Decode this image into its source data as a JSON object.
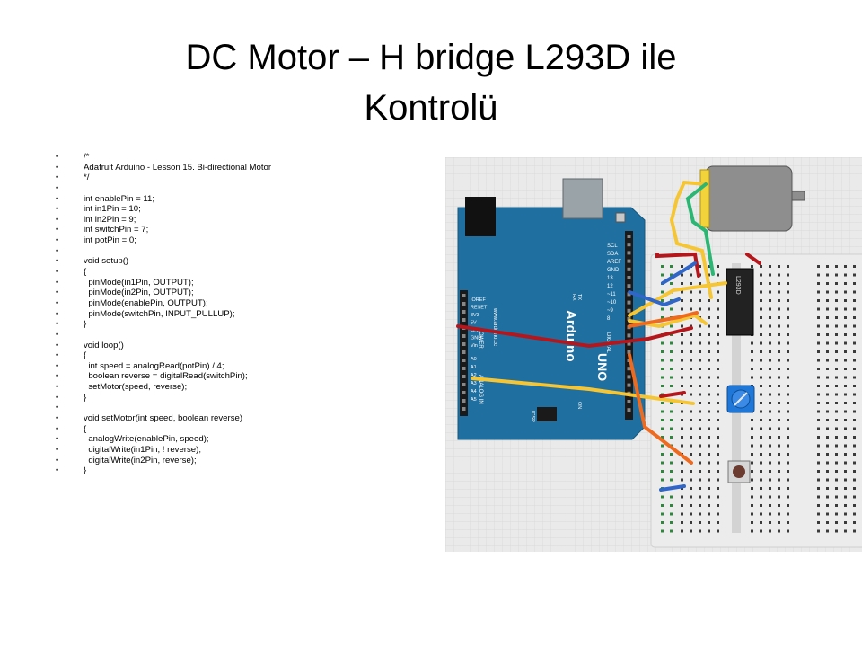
{
  "slide": {
    "title_line1": "DC Motor – H bridge L293D ile",
    "title_line2": "Kontrolü"
  },
  "code_lines": [
    "/*",
    "Adafruit Arduino - Lesson 15. Bi-directional Motor",
    "*/",
    "",
    "int enablePin = 11;",
    "int in1Pin = 10;",
    "int in2Pin = 9;",
    "int switchPin = 7;",
    "int potPin = 0;",
    "",
    "void setup()",
    "{",
    "  pinMode(in1Pin, OUTPUT);",
    "  pinMode(in2Pin, OUTPUT);",
    "  pinMode(enablePin, OUTPUT);",
    "  pinMode(switchPin, INPUT_PULLUP);",
    "}",
    "",
    "void loop()",
    "{",
    "  int speed = analogRead(potPin) / 4;",
    "  boolean reverse = digitalRead(switchPin);",
    "  setMotor(speed, reverse);",
    "}",
    "",
    "void setMotor(int speed, boolean reverse)",
    "{",
    "  analogWrite(enablePin, speed);",
    "  digitalWrite(in1Pin, ! reverse);",
    "  digitalWrite(in2Pin, reverse);",
    "}"
  ],
  "bullet_char": "•",
  "diagram": {
    "board_name": "Arduino",
    "board_model": "UNO",
    "board_url": "www.arduino.cc",
    "ic_label": "L293D",
    "pin_labels_right": [
      "SCL",
      "SDA",
      "AREF",
      "GND",
      "13",
      "12",
      "~11",
      "~10",
      "~9",
      "8"
    ],
    "pin_labels_left": [
      "IOREF",
      "RESET",
      "3V3",
      "5V",
      "GND",
      "GND",
      "Vin"
    ],
    "analog_labels": [
      "A0",
      "A1",
      "A2",
      "A3",
      "A4",
      "A5"
    ],
    "digital_label": "DIGITAL",
    "power_label": "POWER",
    "analog_label": "ANALOG IN",
    "tx_label": "TX",
    "rx_label": "RX",
    "on_label": "ON",
    "icsp_label": "ICSP",
    "pwm_label": "PWM",
    "colors": {
      "board": "#1f6fa0",
      "board_edge": "#17597f",
      "grid_bg": "#e9e9e9",
      "breadboard": "#ececec",
      "wire_red": "#b5161b",
      "wire_yellow": "#f5c533",
      "wire_orange": "#ee6a1f",
      "wire_blue": "#2f66c8",
      "wire_green": "#2bb673",
      "pot_blue": "#1f77d8"
    }
  }
}
